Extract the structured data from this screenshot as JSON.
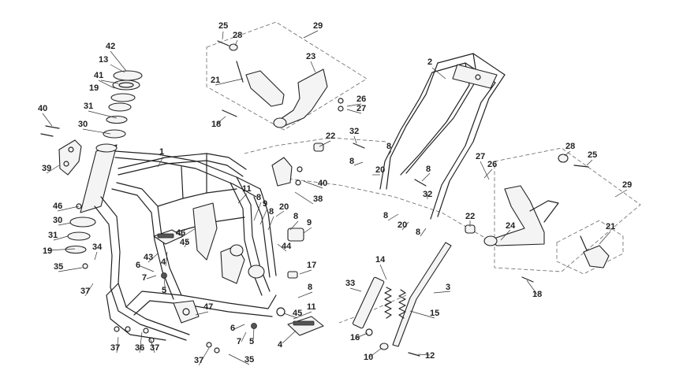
{
  "diagram": {
    "type": "exploded-parts-diagram",
    "callouts": [
      {
        "id": "c1",
        "text": "1"
      },
      {
        "id": "c2",
        "text": "2"
      },
      {
        "id": "c3",
        "text": "3"
      },
      {
        "id": "c4a",
        "text": "4"
      },
      {
        "id": "c4b",
        "text": "4"
      },
      {
        "id": "c5a",
        "text": "5"
      },
      {
        "id": "c5b",
        "text": "5"
      },
      {
        "id": "c6a",
        "text": "6"
      },
      {
        "id": "c6b",
        "text": "6"
      },
      {
        "id": "c7a",
        "text": "7"
      },
      {
        "id": "c7b",
        "text": "7"
      },
      {
        "id": "c8a",
        "text": "8"
      },
      {
        "id": "c8b",
        "text": "8"
      },
      {
        "id": "c8c",
        "text": "8"
      },
      {
        "id": "c8d",
        "text": "8"
      },
      {
        "id": "c8e",
        "text": "8"
      },
      {
        "id": "c8f",
        "text": "8"
      },
      {
        "id": "c8g",
        "text": "8"
      },
      {
        "id": "c8h",
        "text": "8"
      },
      {
        "id": "c8i",
        "text": "8"
      },
      {
        "id": "c9a",
        "text": "9"
      },
      {
        "id": "c9b",
        "text": "9"
      },
      {
        "id": "c10",
        "text": "10"
      },
      {
        "id": "c11a",
        "text": "11"
      },
      {
        "id": "c11b",
        "text": "11"
      },
      {
        "id": "c12",
        "text": "12"
      },
      {
        "id": "c13",
        "text": "13"
      },
      {
        "id": "c14",
        "text": "14"
      },
      {
        "id": "c15",
        "text": "15"
      },
      {
        "id": "c16",
        "text": "16"
      },
      {
        "id": "c17",
        "text": "17"
      },
      {
        "id": "c18a",
        "text": "18"
      },
      {
        "id": "c18b",
        "text": "18"
      },
      {
        "id": "c19a",
        "text": "19"
      },
      {
        "id": "c19b",
        "text": "19"
      },
      {
        "id": "c20a",
        "text": "20"
      },
      {
        "id": "c20b",
        "text": "20"
      },
      {
        "id": "c20c",
        "text": "20"
      },
      {
        "id": "c21a",
        "text": "21"
      },
      {
        "id": "c21b",
        "text": "21"
      },
      {
        "id": "c22a",
        "text": "22"
      },
      {
        "id": "c22b",
        "text": "22"
      },
      {
        "id": "c23",
        "text": "23"
      },
      {
        "id": "c24",
        "text": "24"
      },
      {
        "id": "c25a",
        "text": "25"
      },
      {
        "id": "c25b",
        "text": "25"
      },
      {
        "id": "c26a",
        "text": "26"
      },
      {
        "id": "c26b",
        "text": "26"
      },
      {
        "id": "c27a",
        "text": "27"
      },
      {
        "id": "c27b",
        "text": "27"
      },
      {
        "id": "c28a",
        "text": "28"
      },
      {
        "id": "c28b",
        "text": "28"
      },
      {
        "id": "c29a",
        "text": "29"
      },
      {
        "id": "c29b",
        "text": "29"
      },
      {
        "id": "c30a",
        "text": "30"
      },
      {
        "id": "c30b",
        "text": "30"
      },
      {
        "id": "c31a",
        "text": "31"
      },
      {
        "id": "c31b",
        "text": "31"
      },
      {
        "id": "c32a",
        "text": "32"
      },
      {
        "id": "c32b",
        "text": "32"
      },
      {
        "id": "c33",
        "text": "33"
      },
      {
        "id": "c34",
        "text": "34"
      },
      {
        "id": "c35a",
        "text": "35"
      },
      {
        "id": "c35b",
        "text": "35"
      },
      {
        "id": "c36",
        "text": "36"
      },
      {
        "id": "c37a",
        "text": "37"
      },
      {
        "id": "c37b",
        "text": "37"
      },
      {
        "id": "c37c",
        "text": "37"
      },
      {
        "id": "c37d",
        "text": "37"
      },
      {
        "id": "c38",
        "text": "38"
      },
      {
        "id": "c39",
        "text": "39"
      },
      {
        "id": "c40a",
        "text": "40"
      },
      {
        "id": "c40b",
        "text": "40"
      },
      {
        "id": "c41",
        "text": "41"
      },
      {
        "id": "c42",
        "text": "42"
      },
      {
        "id": "c43",
        "text": "43"
      },
      {
        "id": "c44",
        "text": "44"
      },
      {
        "id": "c45a",
        "text": "45"
      },
      {
        "id": "c45b",
        "text": "45"
      },
      {
        "id": "c46a",
        "text": "46"
      },
      {
        "id": "c46b",
        "text": "46"
      },
      {
        "id": "c47",
        "text": "47"
      }
    ]
  }
}
